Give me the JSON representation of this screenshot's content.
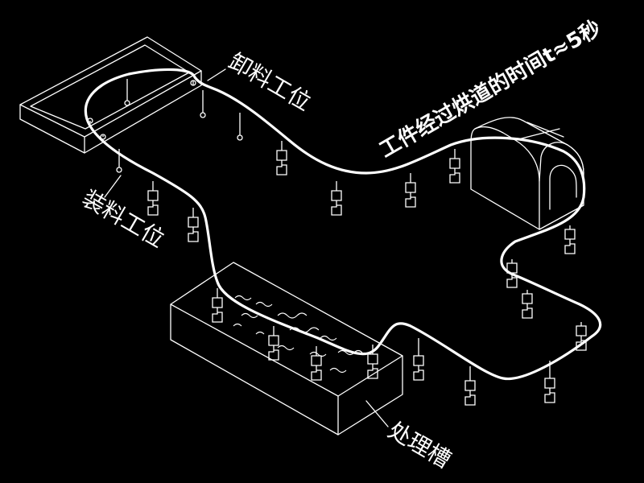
{
  "labels": {
    "unload_station": "卸料工位",
    "load_station": "装料工位",
    "oven_time": "工件经过烘道的时间t≈5秒",
    "treatment_tank": "处理槽"
  },
  "colors": {
    "background": "#000000",
    "line": "#ffffff"
  }
}
